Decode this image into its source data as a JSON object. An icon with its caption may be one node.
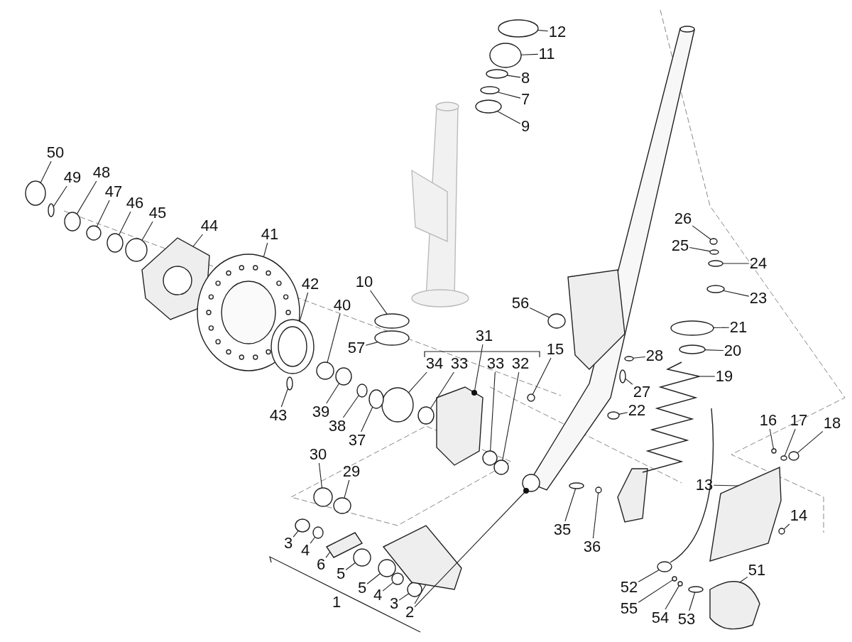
{
  "diagram": {
    "nodes": [
      {
        "text": [
          "12"
        ]
      },
      {
        "text": [
          "11"
        ]
      },
      {
        "text": [
          "8"
        ]
      },
      {
        "text": [
          "7"
        ]
      },
      {
        "text": [
          "9"
        ]
      },
      {
        "text": [
          "50"
        ]
      },
      {
        "text": [
          "49"
        ]
      },
      {
        "text": [
          "48"
        ]
      },
      {
        "text": [
          "47"
        ]
      },
      {
        "text": [
          "46"
        ]
      },
      {
        "text": [
          "45"
        ]
      },
      {
        "text": [
          "44"
        ]
      },
      {
        "text": [
          "41"
        ]
      },
      {
        "text": [
          "42"
        ]
      },
      {
        "text": [
          "10"
        ]
      },
      {
        "text": [
          "40"
        ]
      },
      {
        "text": [
          "57"
        ]
      },
      {
        "text": [
          "56"
        ]
      },
      {
        "text": [
          "31"
        ]
      },
      {
        "text": [
          "34"
        ]
      },
      {
        "text": [
          "33"
        ]
      },
      {
        "text": [
          "33"
        ]
      },
      {
        "text": [
          "32"
        ]
      },
      {
        "text": [
          "15"
        ]
      },
      {
        "text": [
          "43"
        ]
      },
      {
        "text": [
          "39"
        ]
      },
      {
        "text": [
          "38"
        ]
      },
      {
        "text": [
          "37"
        ]
      },
      {
        "text": [
          "26"
        ]
      },
      {
        "text": [
          "25"
        ]
      },
      {
        "text": [
          "24"
        ]
      },
      {
        "text": [
          "23"
        ]
      },
      {
        "text": [
          "21"
        ]
      },
      {
        "text": [
          "20"
        ]
      },
      {
        "text": [
          "28"
        ]
      },
      {
        "text": [
          "27"
        ]
      },
      {
        "text": [
          "19"
        ]
      },
      {
        "text": [
          "22"
        ]
      },
      {
        "text": [
          "16"
        ]
      },
      {
        "text": [
          "17"
        ]
      },
      {
        "text": [
          "18"
        ]
      },
      {
        "text": [
          "13"
        ]
      },
      {
        "text": [
          "14"
        ]
      },
      {
        "text": [
          "35"
        ]
      },
      {
        "text": [
          "36"
        ]
      },
      {
        "text": [
          "30"
        ]
      },
      {
        "text": [
          "29"
        ]
      },
      {
        "text": [
          "3"
        ]
      },
      {
        "text": [
          "4"
        ]
      },
      {
        "text": [
          "6"
        ]
      },
      {
        "text": [
          "5"
        ]
      },
      {
        "text": [
          "1"
        ]
      },
      {
        "text": [
          "5"
        ]
      },
      {
        "text": [
          "4"
        ]
      },
      {
        "text": [
          "3"
        ]
      },
      {
        "text": [
          "2"
        ]
      },
      {
        "text": [
          "52"
        ]
      },
      {
        "text": [
          "55"
        ]
      },
      {
        "text": [
          "54"
        ]
      },
      {
        "text": [
          "53"
        ]
      },
      {
        "text": [
          "51"
        ]
      },
      {
        "text": [],
        "shape": "circle"
      },
      {
        "text": [],
        "shape": "circle"
      },
      {
        "text": [],
        "shape": "circle"
      },
      {
        "text": [],
        "shape": "circle"
      },
      {
        "text": [],
        "shape": "circle"
      },
      {
        "text": [],
        "shape": "circle"
      },
      {
        "text": [],
        "shape": "circle"
      },
      {
        "text": [],
        "shape": "circle"
      },
      {
        "text": [],
        "shape": "circle"
      },
      {
        "text": [],
        "shape": "circle"
      },
      {
        "text": [],
        "shape": "circle"
      },
      {
        "text": [],
        "shape": "picture"
      },
      {
        "text": [],
        "shape": "picture"
      },
      {
        "text": [],
        "shape": "picture"
      },
      {
        "text": [],
        "shape": "circle"
      },
      {
        "text": [],
        "shape": "circle"
      },
      {
        "text": [],
        "shape": "circle"
      },
      {
        "text": [],
        "shape": "circle"
      },
      {
        "text": [],
        "shape": "circle"
      },
      {
        "text": [],
        "shape": "circle"
      },
      {
        "text": [],
        "shape": "circle"
      },
      {
        "text": [],
        "shape": "circle"
      },
      {
        "text": [],
        "shape": "circle"
      },
      {
        "text": [],
        "shape": "circle"
      },
      {
        "text": [],
        "shape": "circle"
      },
      {
        "text": [],
        "shape": "circle"
      },
      {
        "text": [],
        "shape": "circle"
      },
      {
        "text": [],
        "shape": "circle"
      },
      {
        "text": [],
        "shape": "circle"
      },
      {
        "text": [],
        "shape": "circle"
      },
      {
        "text": [],
        "shape": "circle"
      },
      {
        "text": [],
        "shape": "circle"
      },
      {
        "text": [],
        "shape": "circle"
      },
      {
        "text": [],
        "shape": "circle"
      },
      {
        "text": [],
        "shape": "circle"
      },
      {
        "text": [],
        "shape": "picture"
      },
      {
        "text": [],
        "shape": "circle"
      },
      {
        "text": [],
        "shape": "circle"
      },
      {
        "text": [],
        "shape": "circle"
      },
      {
        "text": [],
        "shape": "circle"
      },
      {
        "text": [],
        "shape": "picture"
      },
      {
        "text": [],
        "shape": "circle"
      },
      {
        "text": [],
        "shape": "circle"
      },
      {
        "text": [],
        "shape": "circle"
      },
      {
        "text": [],
        "shape": "circle"
      },
      {
        "text": [],
        "shape": "circle"
      },
      {
        "text": [],
        "shape": "circle"
      },
      {
        "text": [],
        "shape": "circle"
      },
      {
        "text": [],
        "shape": "picture"
      },
      {
        "text": [],
        "shape": "circle"
      },
      {
        "text": [],
        "shape": "circle"
      },
      {
        "text": [],
        "shape": "circle"
      },
      {
        "text": [],
        "shape": "circle"
      },
      {
        "text": [],
        "shape": "picture"
      },
      {
        "text": [],
        "shape": "circle"
      },
      {
        "text": [],
        "shape": "circle"
      },
      {
        "text": [],
        "shape": "circle"
      },
      {
        "text": [],
        "shape": "circle"
      },
      {
        "text": [],
        "shape": "picture"
      },
      {
        "text": [],
        "shape": "picture"
      },
      {
        "text": [],
        "shape": "picture"
      }
    ],
    "edges": [
      {
        "from": 0,
        "to": 61,
        "arrow": "none"
      },
      {
        "from": 1,
        "to": 62,
        "arrow": "none"
      },
      {
        "from": 2,
        "to": 63,
        "arrow": "none"
      },
      {
        "from": 3,
        "to": 64,
        "arrow": "none"
      },
      {
        "from": 4,
        "to": 65,
        "arrow": "none"
      },
      {
        "from": 5,
        "to": 66,
        "arrow": "none"
      },
      {
        "from": 6,
        "to": 67,
        "arrow": "none"
      },
      {
        "from": 7,
        "to": 68,
        "arrow": "none"
      },
      {
        "from": 8,
        "to": 69,
        "arrow": "none"
      },
      {
        "from": 9,
        "to": 70,
        "arrow": "none"
      },
      {
        "from": 10,
        "to": 71,
        "arrow": "none"
      },
      {
        "from": 11,
        "to": 72,
        "arrow": "none"
      },
      {
        "from": 12,
        "to": 73,
        "arrow": "none"
      },
      {
        "from": 13,
        "to": 74,
        "arrow": "none"
      },
      {
        "from": 14,
        "to": 75,
        "arrow": "none"
      },
      {
        "from": 15,
        "to": 76,
        "arrow": "none"
      },
      {
        "from": 16,
        "to": 77,
        "arrow": "none"
      },
      {
        "from": 17,
        "to": 78,
        "arrow": "none"
      },
      {
        "from": 19,
        "to": 79,
        "arrow": "none"
      },
      {
        "from": 20,
        "to": 80,
        "arrow": "none"
      },
      {
        "from": 21,
        "to": 81,
        "arrow": "none"
      },
      {
        "from": 22,
        "to": 82,
        "arrow": "none"
      },
      {
        "from": 23,
        "to": 83,
        "arrow": "none"
      },
      {
        "from": 24,
        "to": 84,
        "arrow": "none"
      },
      {
        "from": 25,
        "to": 85,
        "arrow": "none"
      },
      {
        "from": 26,
        "to": 86,
        "arrow": "none"
      },
      {
        "from": 27,
        "to": 87,
        "arrow": "none"
      },
      {
        "from": 28,
        "to": 88,
        "arrow": "none"
      },
      {
        "from": 29,
        "to": 89,
        "arrow": "none"
      },
      {
        "from": 30,
        "to": 90,
        "arrow": "none"
      },
      {
        "from": 31,
        "to": 91,
        "arrow": "none"
      },
      {
        "from": 32,
        "to": 92,
        "arrow": "none"
      },
      {
        "from": 33,
        "to": 93,
        "arrow": "none"
      },
      {
        "from": 34,
        "to": 94,
        "arrow": "none"
      },
      {
        "from": 35,
        "to": 95,
        "arrow": "none"
      },
      {
        "from": 36,
        "to": 96,
        "arrow": "none"
      },
      {
        "from": 37,
        "to": 97,
        "arrow": "none"
      },
      {
        "from": 38,
        "to": 98,
        "arrow": "none"
      },
      {
        "from": 39,
        "to": 99,
        "arrow": "none"
      },
      {
        "from": 40,
        "to": 100,
        "arrow": "none"
      },
      {
        "from": 41,
        "to": 101,
        "arrow": "none"
      },
      {
        "from": 42,
        "to": 102,
        "arrow": "none"
      },
      {
        "from": 43,
        "to": 103,
        "arrow": "none"
      },
      {
        "from": 44,
        "to": 104,
        "arrow": "none"
      },
      {
        "from": 45,
        "to": 105,
        "arrow": "none"
      },
      {
        "from": 46,
        "to": 106,
        "arrow": "none"
      },
      {
        "from": 47,
        "to": 107,
        "arrow": "none"
      },
      {
        "from": 48,
        "to": 108,
        "arrow": "none"
      },
      {
        "from": 49,
        "to": 109,
        "arrow": "none"
      },
      {
        "from": 50,
        "to": 110,
        "arrow": "none"
      },
      {
        "from": 52,
        "to": 111,
        "arrow": "none"
      },
      {
        "from": 53,
        "to": 112,
        "arrow": "none"
      },
      {
        "from": 54,
        "to": 113,
        "arrow": "none"
      },
      {
        "from": 55,
        "to": 114,
        "arrow": "none"
      },
      {
        "from": 56,
        "to": 115,
        "arrow": "none"
      },
      {
        "from": 57,
        "to": 116,
        "arrow": "none"
      },
      {
        "from": 58,
        "to": 117,
        "arrow": "none"
      },
      {
        "from": 59,
        "to": 118,
        "arrow": "none"
      },
      {
        "from": 60,
        "to": 119,
        "arrow": "none"
      },
      {
        "from": 18,
        "to": 120,
        "arrow": "other"
      },
      {
        "from": 55,
        "to": 121,
        "arrow": "other"
      }
    ]
  }
}
